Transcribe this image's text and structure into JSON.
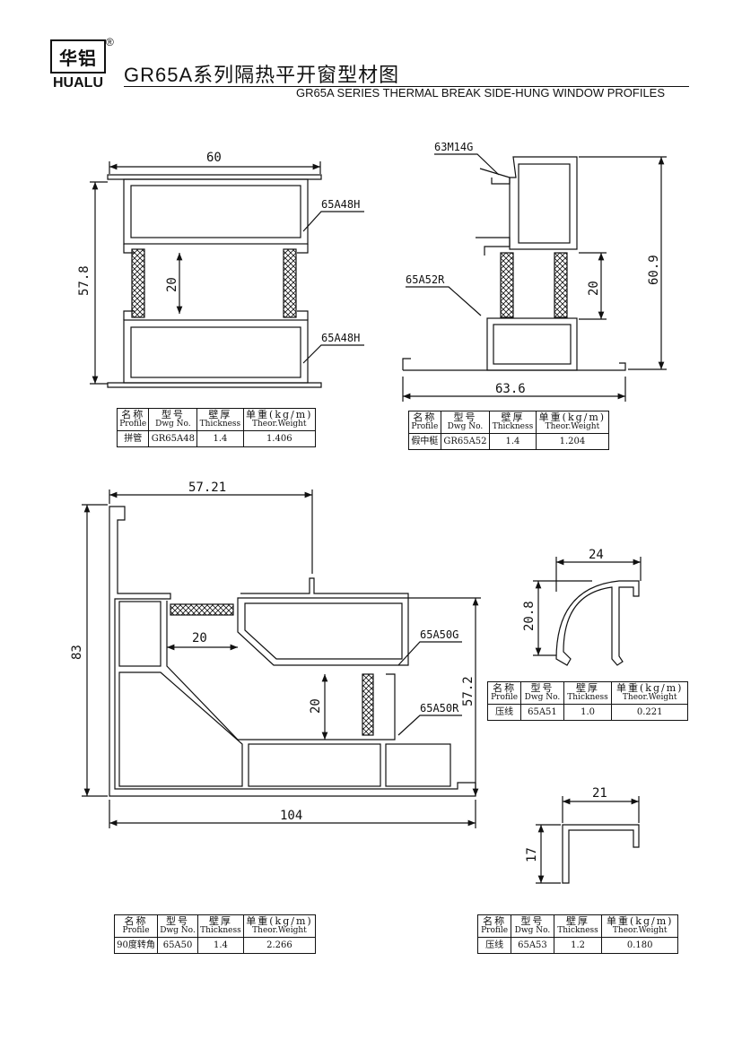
{
  "header": {
    "logo_cn": "华铝",
    "logo_en": "HUALU",
    "registered": "®",
    "title_cn": "GR65A系列隔热平开窗型材图",
    "title_en": "GR65A SERIES THERMAL BREAK  SIDE-HUNG WINDOW PROFILES"
  },
  "table_headers": {
    "name_cn": "名称",
    "name_en": "Profile",
    "dwg_cn": "型号",
    "dwg_en": "Dwg No.",
    "thk_cn": "壁厚",
    "thk_en": "Thickness",
    "wt_cn": "单重(kg/m)",
    "wt_en": "Theor.Weight"
  },
  "profiles": [
    {
      "name": "拼管",
      "dwg": "GR65A48",
      "thickness": "1.4",
      "weight": "1.406"
    },
    {
      "name": "假中梃",
      "dwg": "GR65A52",
      "thickness": "1.4",
      "weight": "1.204"
    },
    {
      "name": "压线",
      "dwg": "65A51",
      "thickness": "1.0",
      "weight": "0.221"
    },
    {
      "name": "90度转角",
      "dwg": "65A50",
      "thickness": "1.4",
      "weight": "2.266"
    },
    {
      "name": "压线",
      "dwg": "65A53",
      "thickness": "1.2",
      "weight": "0.180"
    }
  ],
  "drawings": {
    "a48": {
      "width": "60",
      "height": "57.8",
      "gap": "20",
      "top_label": "65A48H",
      "bottom_label": "65A48H"
    },
    "a52": {
      "width": "63.6",
      "height": "60.9",
      "gap": "20",
      "label_top": "63M14G",
      "label_mid": "65A52R"
    },
    "a50": {
      "width": "104",
      "height": "83",
      "top_width": "57.21",
      "right_height": "57.2",
      "gap_h": "20",
      "gap_v": "20",
      "label_g": "65A50G",
      "label_r": "65A50R"
    },
    "a51": {
      "width": "24",
      "height": "20.8"
    },
    "a53": {
      "width": "21",
      "height": "17"
    }
  }
}
